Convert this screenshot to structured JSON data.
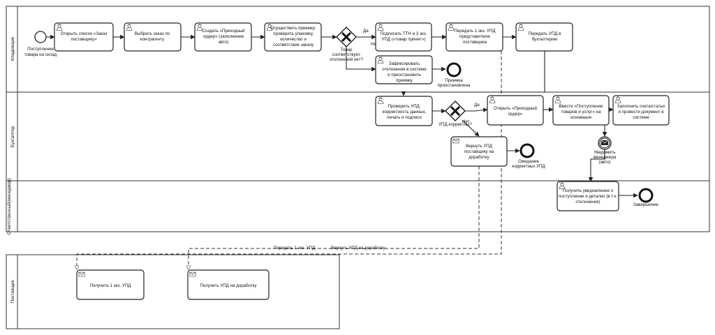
{
  "lanes": {
    "storekeeper": "Кладовщик",
    "accountant": "Бухгалтер",
    "responsible_manager": "Ответственный(менеджер)",
    "supplier": "Поставщик"
  },
  "events": {
    "start": "Поступление товара на склад",
    "suspended": "Приемка приостановлена",
    "waiting": "Ожидание корректных УПД",
    "notify": "Уведомить менеджера (авто)",
    "end": "Завершение"
  },
  "tasks": {
    "open_order_list": "Открыть список «Заказ поставщику»",
    "select_order": "Выбрать заказ по контрагенту",
    "create_receipt": "Создать «Приходный ордер» (заполнение авто)",
    "perform_acceptance": "Осуществить приемку: проверить упаковку, количество и соответствие заказу",
    "sign_ttn": "Подписать ТТН и 3 экз. УПД («товар принят»)",
    "give_upd_supplier": "Передать 1 экз. УПД представителю поставщика",
    "give_upd_accounting": "Передать УПД в бухгалтерию",
    "record_deviations": "Зафиксировать отклонения в системе и приостановить приемку",
    "check_upd": "Проверить УПД: корректность данных, печать и подписи",
    "open_receipt": "Открыть «Приходный ордер»",
    "enter_receipt": "Ввести «Поступление товаров и услуг» на основании",
    "fill_invoice": "Заполнить счета/статьи и провести документ в системе",
    "return_upd": "Вернуть УПД поставщику на доработку",
    "get_notification": "Получить уведомление о поступлении и деталях (в т.ч. отклонения)",
    "receive_upd": "Получить 1 экз. УПД",
    "receive_upd_rework": "Получить УПД на доработку"
  },
  "gateways": {
    "goods_ok": "Товар соответствует, отклонений нет?",
    "upd_ok": "УПД корректны?"
  },
  "flow_labels": {
    "yes1": "Да",
    "no1": "Нет",
    "yes2": "Да",
    "no2": "Нет",
    "msg_give": "Передать 1 экз. УПД",
    "msg_return": "Вернуть УПД на доработку"
  },
  "icons": [
    "user-task-icon",
    "exclusive-gateway-icon",
    "message-catch-icon"
  ]
}
